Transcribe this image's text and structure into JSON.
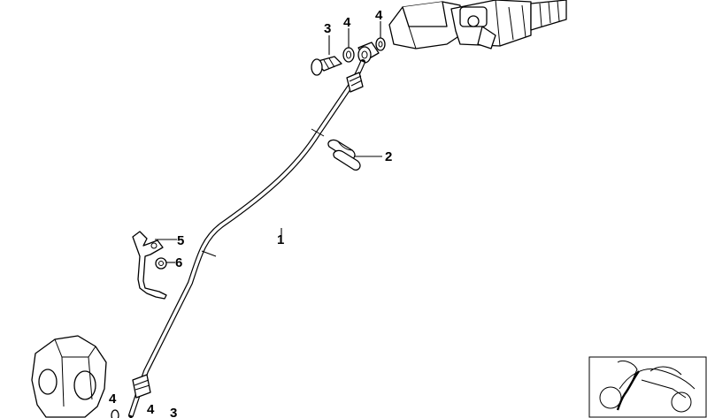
{
  "diagram": {
    "callouts": {
      "c1": "1",
      "c2": "2",
      "c3_top": "3",
      "c4_top_left": "4",
      "c4_top_right": "4",
      "c5": "5",
      "c6": "6",
      "c4_bottom_left": "4",
      "c4_bottom_right": "4",
      "c3_bottom": "3"
    },
    "parts": {
      "brake_line": "brake-line",
      "hose_clip": "hose-clip",
      "banjo_bolt": "banjo-bolt",
      "sealing_ring": "sealing-ring",
      "line_holder": "line-holder",
      "nut": "nut",
      "master_cylinder": "master-cylinder",
      "brake_caliper": "brake-caliper",
      "motorcycle_thumbnail": "motorcycle-locator-thumbnail"
    }
  }
}
